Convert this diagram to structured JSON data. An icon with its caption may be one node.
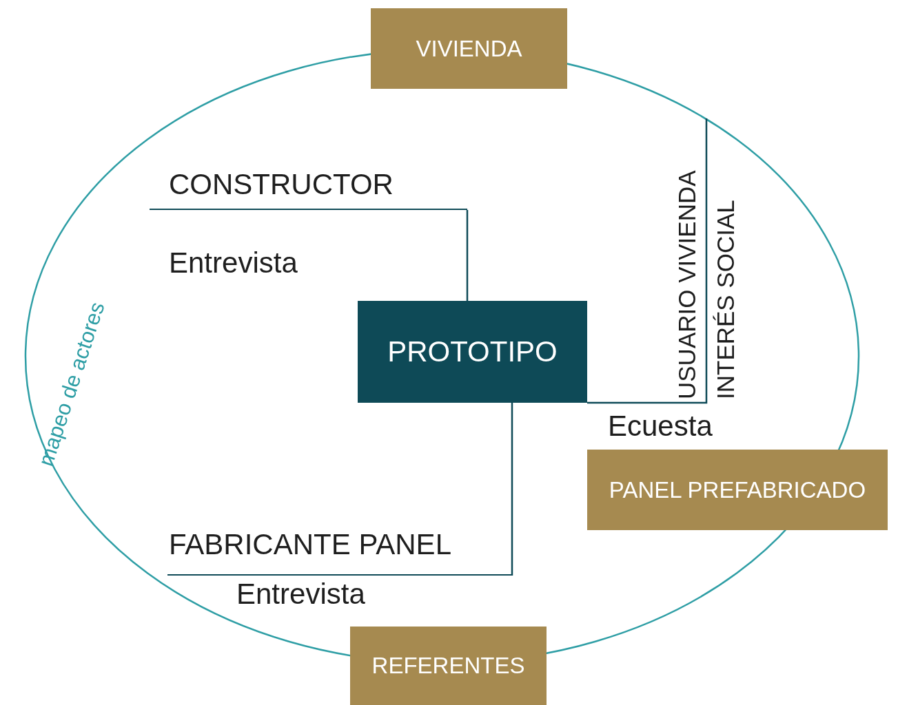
{
  "diagram": {
    "nodes": [
      {
        "text": [
          "mapeo de actores"
        ]
      },
      {
        "text": [
          "VIVIENDA"
        ]
      },
      {
        "text": [
          "CONSTRUCTOR"
        ],
        "beside": [
          "Entrevista"
        ],
        "in": 0
      },
      {
        "text": [
          "PROTOTIPO"
        ],
        "in": 0
      },
      {
        "text": [
          "USUARIO VIVIENDA INTERÉS SOCIAL"
        ],
        "in": 0
      },
      {
        "text": [
          "PANEL PREFABRICADO"
        ]
      },
      {
        "text": [
          "FABRICANTE PANEL"
        ],
        "beside": [
          "Entrevista"
        ],
        "in": 0
      },
      {
        "text": [
          "REFERENTES"
        ]
      }
    ],
    "edges": [
      {
        "from": 3,
        "to": 2,
        "arrow": "none"
      },
      {
        "from": 3,
        "to": 4,
        "arrow": "none"
      },
      {
        "from": 3,
        "to": 6,
        "arrow": "none"
      }
    ],
    "labels": [
      "Ecuesta"
    ]
  }
}
